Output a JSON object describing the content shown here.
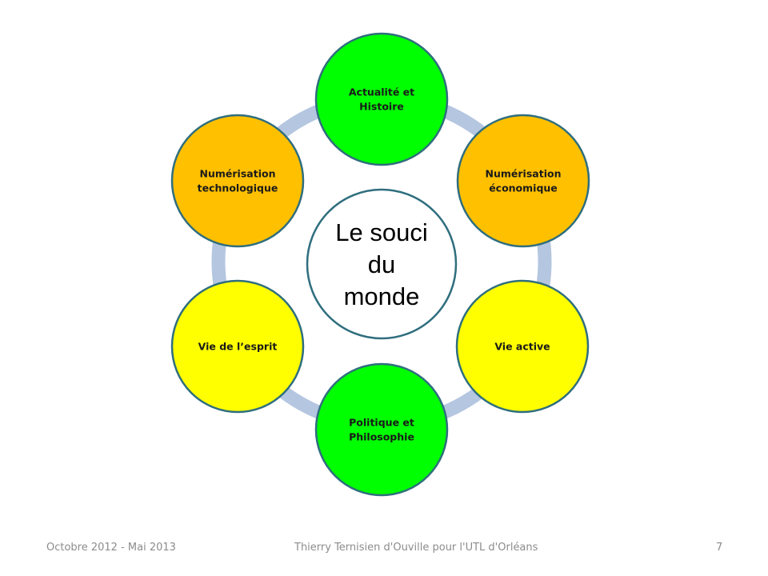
{
  "diagram": {
    "ring_color": "#b4c6e0",
    "node_stroke": "#2f6e7e",
    "center": {
      "lines": [
        "Le souci",
        "du",
        "monde"
      ],
      "fill": "#ffffff",
      "stroke": "#2f6e7e"
    },
    "nodes": [
      {
        "id": "actualite-histoire",
        "lines": [
          "Actualité et",
          "Histoire"
        ],
        "fill": "#00ff00"
      },
      {
        "id": "numerisation-economique",
        "lines": [
          "Numérisation",
          "économique"
        ],
        "fill": "#ffc000"
      },
      {
        "id": "vie-active",
        "lines": [
          "Vie active"
        ],
        "fill": "#ffff00"
      },
      {
        "id": "politique-philosophie",
        "lines": [
          "Politique et",
          "Philosophie"
        ],
        "fill": "#00ff00"
      },
      {
        "id": "vie-esprit",
        "lines": [
          "Vie de l’esprit"
        ],
        "fill": "#ffff00"
      },
      {
        "id": "numerisation-technologique",
        "lines": [
          "Numérisation",
          "technologique"
        ],
        "fill": "#ffc000"
      }
    ]
  },
  "footer": {
    "date": "Octobre 2012 - Mai 2013",
    "author": "Thierry Ternisien d'Ouville pour l'UTL d'Orléans",
    "page": "7"
  }
}
